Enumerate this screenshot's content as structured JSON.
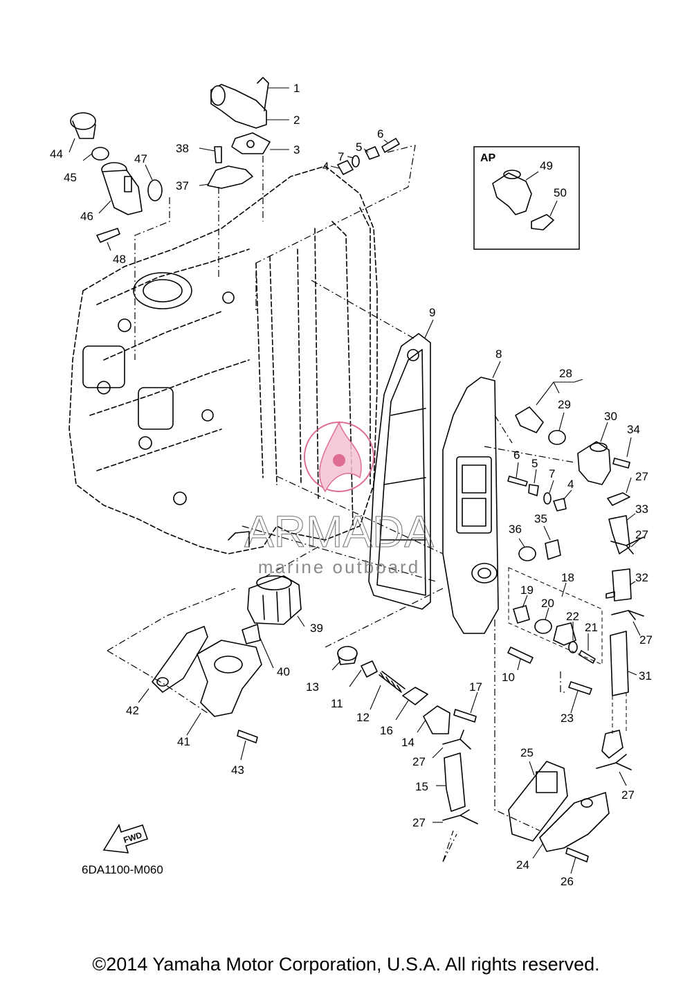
{
  "diagram_code": "6DA1100-M060",
  "copyright": "©2014 Yamaha Motor Corporation, U.S.A. All rights reserved.",
  "inset_label": "AP",
  "fwd_label": "FWD",
  "watermark": {
    "main": "ARMADA",
    "sub": "marine outboard"
  },
  "colors": {
    "line": "#000000",
    "watermark": "#d9547f"
  },
  "callouts": [
    {
      "id": "c1",
      "text": "1"
    },
    {
      "id": "c2",
      "text": "2"
    },
    {
      "id": "c3",
      "text": "3"
    },
    {
      "id": "c4a",
      "text": "4"
    },
    {
      "id": "c5a",
      "text": "5"
    },
    {
      "id": "c6a",
      "text": "6"
    },
    {
      "id": "c7a",
      "text": "7"
    },
    {
      "id": "c38",
      "text": "38"
    },
    {
      "id": "c37",
      "text": "37"
    },
    {
      "id": "c44",
      "text": "44"
    },
    {
      "id": "c45",
      "text": "45"
    },
    {
      "id": "c46",
      "text": "46"
    },
    {
      "id": "c47",
      "text": "47"
    },
    {
      "id": "c48",
      "text": "48"
    },
    {
      "id": "c49",
      "text": "49"
    },
    {
      "id": "c50",
      "text": "50"
    },
    {
      "id": "c9",
      "text": "9"
    },
    {
      "id": "c8",
      "text": "8"
    },
    {
      "id": "c28",
      "text": "28"
    },
    {
      "id": "c29",
      "text": "29"
    },
    {
      "id": "c30",
      "text": "30"
    },
    {
      "id": "c34",
      "text": "34"
    },
    {
      "id": "c6b",
      "text": "6"
    },
    {
      "id": "c5b",
      "text": "5"
    },
    {
      "id": "c7b",
      "text": "7"
    },
    {
      "id": "c4b",
      "text": "4"
    },
    {
      "id": "c27a",
      "text": "27"
    },
    {
      "id": "c33",
      "text": "33"
    },
    {
      "id": "c27b",
      "text": "27"
    },
    {
      "id": "c36",
      "text": "36"
    },
    {
      "id": "c35",
      "text": "35"
    },
    {
      "id": "c18",
      "text": "18"
    },
    {
      "id": "c32",
      "text": "32"
    },
    {
      "id": "c19",
      "text": "19"
    },
    {
      "id": "c20",
      "text": "20"
    },
    {
      "id": "c22",
      "text": "22"
    },
    {
      "id": "c21",
      "text": "21"
    },
    {
      "id": "c27c",
      "text": "27"
    },
    {
      "id": "c39",
      "text": "39"
    },
    {
      "id": "c40",
      "text": "40"
    },
    {
      "id": "c31",
      "text": "31"
    },
    {
      "id": "c10",
      "text": "10"
    },
    {
      "id": "c13",
      "text": "13"
    },
    {
      "id": "c11",
      "text": "11"
    },
    {
      "id": "c12",
      "text": "12"
    },
    {
      "id": "c17",
      "text": "17"
    },
    {
      "id": "c23",
      "text": "23"
    },
    {
      "id": "c16",
      "text": "16"
    },
    {
      "id": "c14",
      "text": "14"
    },
    {
      "id": "c42",
      "text": "42"
    },
    {
      "id": "c41",
      "text": "41"
    },
    {
      "id": "c43",
      "text": "43"
    },
    {
      "id": "c27d",
      "text": "27"
    },
    {
      "id": "c25",
      "text": "25"
    },
    {
      "id": "c15",
      "text": "15"
    },
    {
      "id": "c27e",
      "text": "27"
    },
    {
      "id": "c27f",
      "text": "27"
    },
    {
      "id": "c24",
      "text": "24"
    },
    {
      "id": "c26",
      "text": "26"
    }
  ]
}
